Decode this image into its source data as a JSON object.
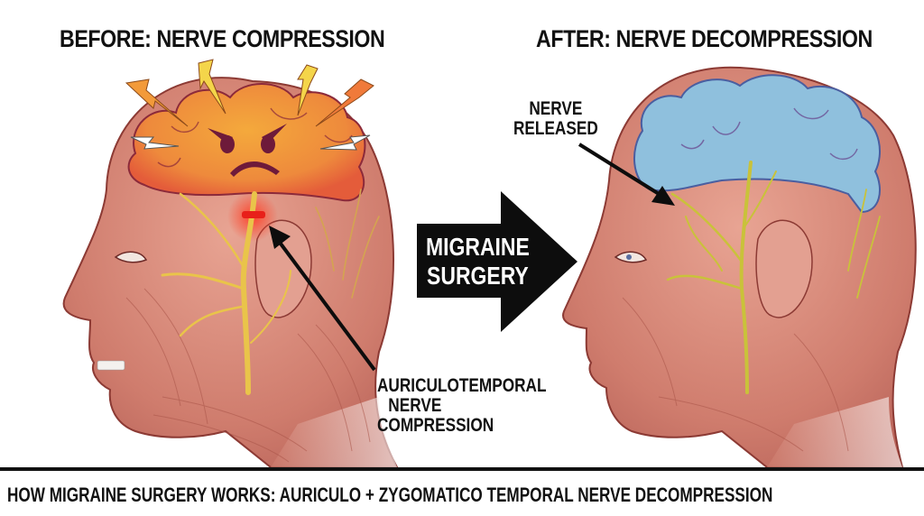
{
  "titles": {
    "before": "BEFORE: NERVE COMPRESSION",
    "after": "AFTER: NERVE DECOMPRESSION"
  },
  "center_arrow": {
    "line1": "MIGRAINE",
    "line2": "SURGERY"
  },
  "labels": {
    "nerve_released": [
      "NERVE",
      "RELEASED"
    ],
    "compression": [
      "AURICULOTEMPORAL",
      "NERVE",
      "COMPRESSION"
    ]
  },
  "footer": "HOW MIGRAINE SURGERY WORKS: AURICULO + ZYGOMATICO TEMPORAL NERVE DECOMPRESSION",
  "icons": {
    "before_brain": "angry-brain-icon",
    "lightning": "lightning-bolt-icon",
    "after_brain": "calm-blue-brain-icon",
    "compression_marker": "red-compression-marker"
  },
  "colors": {
    "skin": "#d98a7c",
    "muscle": "#c9736a",
    "brain_angry": "#f0923a",
    "brain_calm": "#8fc0dd",
    "nerve": "#e9c44a",
    "nerve_after": "#c9c23a",
    "compression_red": "#e8201a",
    "arrow": "#0d0d0d",
    "text": "#111111"
  }
}
